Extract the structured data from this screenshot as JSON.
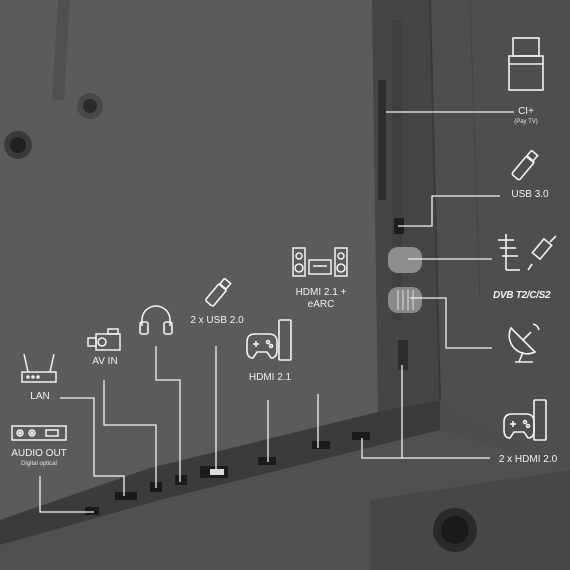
{
  "labels": {
    "ci": "CI+",
    "ci_sub": "(Pay TV)",
    "usb30": "USB 3.0",
    "dvb": "DVB T2/C/S2",
    "hdmi_earc_1": "HDMI 2.1 +",
    "hdmi_earc_2": "eARC",
    "usb20x2": "2 x USB 2.0",
    "hdmi21": "HDMI 2.1",
    "avin": "AV IN",
    "lan": "LAN",
    "audio_out": "AUDIO OUT",
    "audio_out_sub": "Digital optical",
    "hdmi20x2": "2 x HDMI 2.0"
  },
  "colors": {
    "panel": "#5a5a5a",
    "panel_dark": "#3e3e3e",
    "line": "#f2f2f2",
    "text": "#f2f2f2"
  },
  "icons": [
    "ci-card-icon",
    "usb-stick-icon",
    "antenna-icon",
    "coax-cable-icon",
    "satellite-dish-icon",
    "gamepad-icon",
    "speaker-system-icon",
    "headphones-icon",
    "camcorder-icon",
    "router-icon",
    "optical-audio-icon"
  ]
}
